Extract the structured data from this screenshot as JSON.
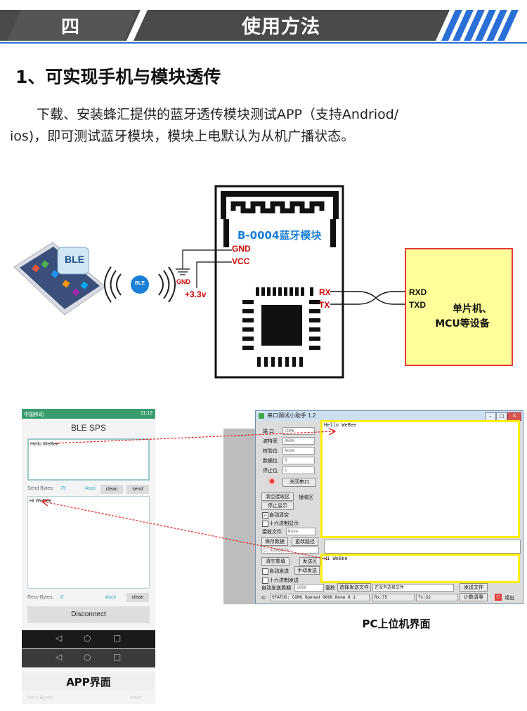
{
  "header": {
    "number": "四",
    "title": "使用方法"
  },
  "section": {
    "title": "1、可实现手机与模块透传",
    "para_line1": "下载、安装蜂汇提供的蓝牙透传模块测试APP（支持Andriod/",
    "para_line2": "ios)，即可测试蓝牙模块，模块上电默认为从机广播状态。"
  },
  "diagram": {
    "phone_logo": "BLE",
    "signal_badge": "BLE",
    "module_title": "B-0004蓝牙模块",
    "pin_gnd": "GND",
    "pin_vcc": "VCC",
    "gnd_symbol": "GND",
    "vcc_supply": "+3.3v",
    "pin_rx": "RX",
    "pin_tx": "TX",
    "mcu_rxd": "RXD",
    "mcu_txd": "TXD",
    "mcu_line1": "单片机、",
    "mcu_line2": "MCU等设备",
    "colors": {
      "accent_blue": "#1a7fd6",
      "pin_red": "#cc0000",
      "mcu_fill": "#ffff99",
      "mcu_border": "#e23b3b",
      "highlight": "#ffee00"
    }
  },
  "app_screen": {
    "status_left": "中国移动",
    "status_time": "11:12",
    "title": "BLE SPS",
    "sent_text": "Hello WeBee",
    "send_bytes_label": "Send Bytes:",
    "send_bytes_value": "75",
    "ascii_label": "Ascii",
    "clean_button": "clean",
    "send_button": "send",
    "recv_text": "Hi WeBee",
    "recv_bytes_label": "Recv Bytes:",
    "recv_bytes_value": "8",
    "ascii_label2": "Ascii",
    "clean_button2": "clean",
    "disconnect_button": "Disconnect",
    "nav_back": "◁",
    "nav_home": "○",
    "nav_recent": "□",
    "caption": "APP界面",
    "ghost_text_left": "Recv Bytes:",
    "ghost_text_right": "clean"
  },
  "pc_screen": {
    "window_title": "串口调试小助手 1.2",
    "port_label": "端  口",
    "port_value": "COM6",
    "baud_label": "波特率",
    "baud_value": "9600",
    "parity_label": "校验位",
    "parity_value": "None",
    "databits_label": "数据位",
    "databits_value": "8",
    "stopbits_label": "停止位",
    "stopbits_value": "1",
    "close_port_button": "关闭串口",
    "clear_recv_button": "清空接收区",
    "recv_area_label": "接收区",
    "stop_display_button": "停止显示",
    "auto_clear_label": "自动清空",
    "hex_display_label": "十六进制显示",
    "recv_file_label": "接收文件",
    "recv_file_value": "None",
    "save_data_button": "保存数据",
    "change_path_button": "更改路径",
    "path_value": "C:\\COMDATA\\",
    "recv_text": "Hello WeBee",
    "clear_resend_button": "清空重填",
    "send_area_label": "发送区",
    "auto_send_label": "自动发送",
    "manual_send_button": "手动发送",
    "hex_send_label": "十六进制发送",
    "send_text": "Hi WeBee",
    "auto_period_label": "自动发送周期",
    "auto_period_value": "1000",
    "ms_label": "毫秒",
    "select_file_button": "选择发送文件",
    "no_file_text": "还没有选择文件",
    "send_file_button": "发送文件",
    "status_text": "STATUS: COM6 Opened 9600 None 8 1",
    "rx_text": "Rx:75",
    "tx_text": "Tx:32",
    "count_clear_button": "计数清零",
    "exit_button": "退出",
    "caption": "PC上位机界面"
  }
}
